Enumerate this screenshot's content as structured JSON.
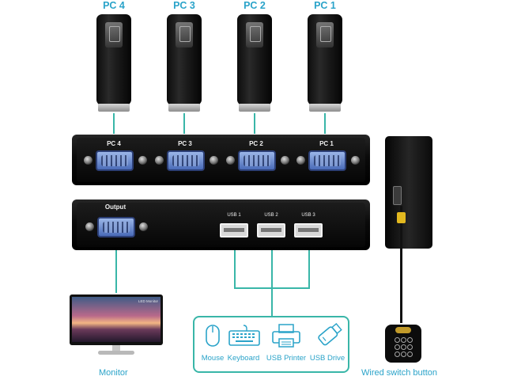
{
  "pcs": [
    {
      "label": "PC 4"
    },
    {
      "label": "PC 3"
    },
    {
      "label": "PC 2"
    },
    {
      "label": "PC 1"
    }
  ],
  "switch_box": {
    "input_labels": [
      "PC 4",
      "PC 3",
      "PC 2",
      "PC 1"
    ],
    "output_label": "Output",
    "usb_labels": [
      "USB 1",
      "USB 2",
      "USB 3"
    ]
  },
  "monitor": {
    "brand": "LED Monitor",
    "caption": "Monitor"
  },
  "devices": [
    {
      "label": "Mouse",
      "icon": "mouse-icon"
    },
    {
      "label": "Keyboard",
      "icon": "keyboard-icon"
    },
    {
      "label": "USB Printer",
      "icon": "printer-icon"
    },
    {
      "label": "USB Drive",
      "icon": "usb-drive-icon"
    }
  ],
  "remote": {
    "caption": "Wired switch button"
  },
  "colors": {
    "accent": "#2aa3c9",
    "connector_line": "#39b6a8",
    "vga_port": "#6f8fd6"
  }
}
